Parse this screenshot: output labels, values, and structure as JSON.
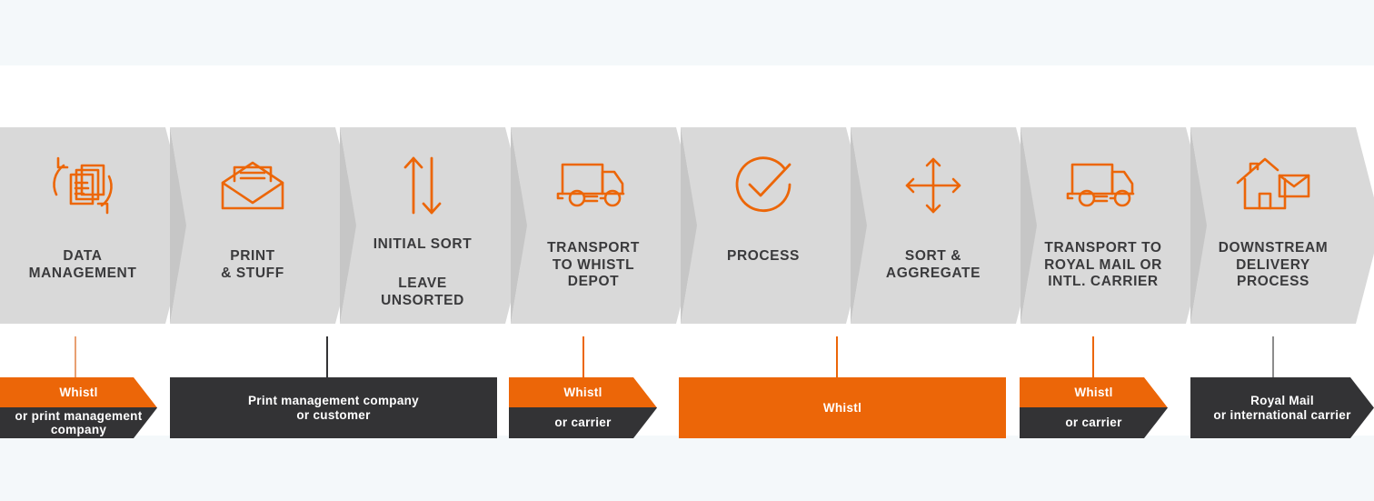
{
  "theme": {
    "orange": "#ec6608",
    "dark": "#333335",
    "grey": "#d9d9d9",
    "grey_shadow": "#c6c6c6",
    "band": "#f4f8fa",
    "label_color": "#3a3a3c"
  },
  "steps": [
    {
      "icon": "documents-refresh-icon",
      "label": "DATA\nMANAGEMENT",
      "label_style": "two"
    },
    {
      "icon": "envelope-letter-icon",
      "label": "PRINT\n& STUFF",
      "label_style": "two"
    },
    {
      "icon": "up-down-arrows-icon",
      "label": "INITIAL SORT",
      "label2": "LEAVE\nUNSORTED",
      "label_style": "split"
    },
    {
      "icon": "delivery-truck-icon",
      "label": "TRANSPORT\nTO WHISTL\nDEPOT",
      "label_style": "three"
    },
    {
      "icon": "check-circle-icon",
      "label": "PROCESS",
      "label_style": "single"
    },
    {
      "icon": "four-way-arrows-icon",
      "label": "SORT &\nAGGREGATE",
      "label_style": "two"
    },
    {
      "icon": "delivery-truck-icon",
      "label": "TRANSPORT TO\nROYAL MAIL OR\nINTL. CARRIER",
      "label_style": "three"
    },
    {
      "icon": "house-mail-icon",
      "label": "DOWNSTREAM\nDELIVERY\nPROCESS",
      "label_style": "three"
    }
  ],
  "banners": [
    {
      "type": "split",
      "top": "Whistl",
      "bottom": "or print management\ncompany",
      "tick_color": "#e8a072"
    },
    {
      "type": "solid",
      "color": "dark",
      "text": "Print management company\nor customer",
      "tick_color": "#333335"
    },
    {
      "type": "split",
      "top": "Whistl",
      "bottom": "or carrier",
      "tick_color": "#ec6608"
    },
    {
      "type": "solid",
      "color": "orange",
      "text": "Whistl",
      "tick_color": "#ec6608"
    },
    {
      "type": "split",
      "top": "Whistl",
      "bottom": "or carrier",
      "tick_color": "#ec6608"
    },
    {
      "type": "solid",
      "color": "dark",
      "text": "Royal Mail\nor international carrier",
      "tick_color": "#8c8c8c"
    }
  ]
}
